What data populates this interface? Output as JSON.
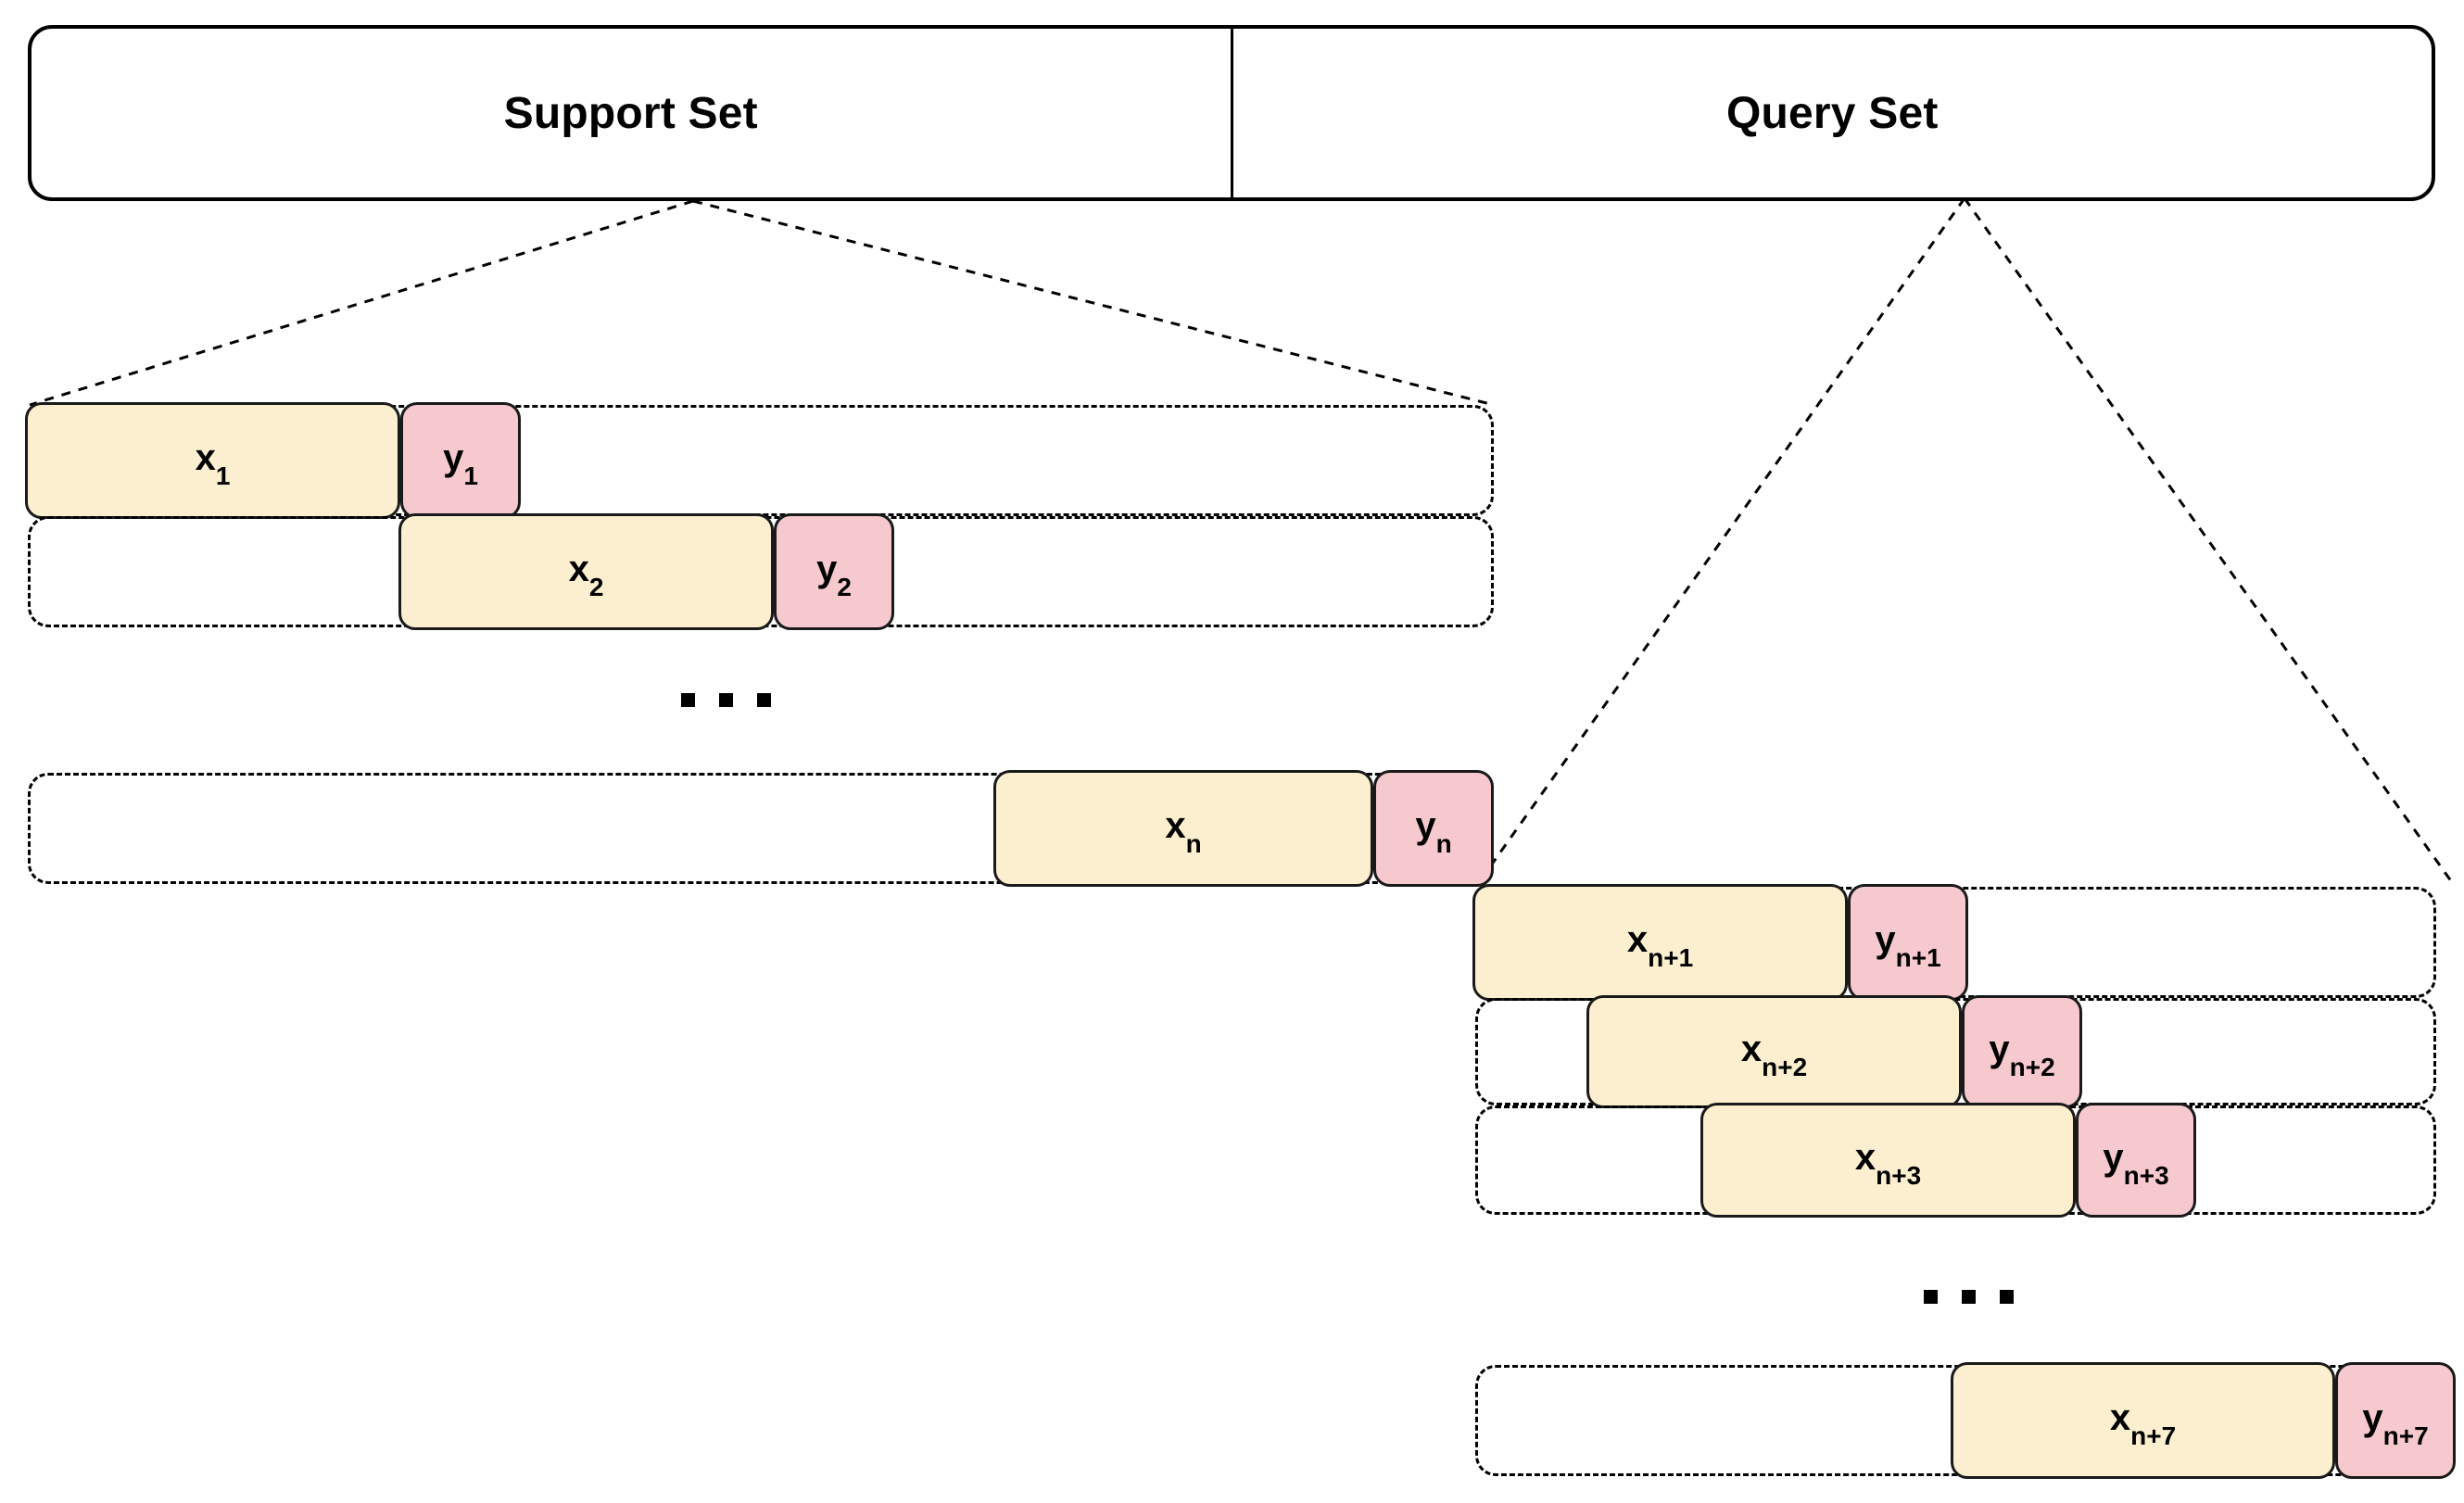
{
  "header": {
    "support_label": "Support Set",
    "query_label": "Query Set"
  },
  "colors": {
    "x_fill": "#FCEFCF",
    "y_fill": "#F5C9CD",
    "stroke": "#000000",
    "background": "#FFFFFF"
  },
  "support_set": {
    "rows": [
      {
        "x_label": "x",
        "x_sub": "1",
        "y_label": "y",
        "y_sub": "1"
      },
      {
        "x_label": "x",
        "x_sub": "2",
        "y_label": "y",
        "y_sub": "2"
      },
      {
        "x_label": "x",
        "x_sub": "n",
        "y_label": "y",
        "y_sub": "n"
      }
    ],
    "ellipsis": "..."
  },
  "query_set": {
    "rows": [
      {
        "x_label": "x",
        "x_sub": "n+1",
        "y_label": "y",
        "y_sub": "n+1"
      },
      {
        "x_label": "x",
        "x_sub": "n+2",
        "y_label": "y",
        "y_sub": "n+2"
      },
      {
        "x_label": "x",
        "x_sub": "n+3",
        "y_label": "y",
        "y_sub": "n+3"
      },
      {
        "x_label": "x",
        "x_sub": "n+7",
        "y_label": "y",
        "y_sub": "n+7"
      }
    ],
    "ellipsis": "..."
  }
}
